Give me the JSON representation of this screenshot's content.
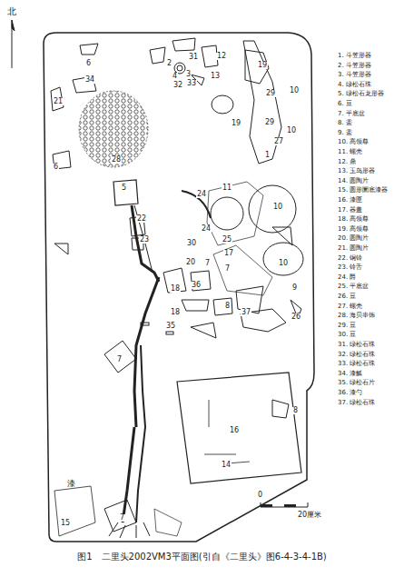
{
  "diagram": {
    "caption": "图1　二里头2002VM3平面图(引自《二里头》图6-4-3-4-1B)",
    "labels": [
      "北",
      "0",
      "20厘米",
      "漆",
      "1. 斗笠形器",
      "2. 斗笠形器",
      "3. 斗笠形器",
      "4. 绿松石珠",
      "5. 绿松石龙形器",
      "6. 豆",
      "7. 平底盆",
      "8. 盉",
      "9. 盉",
      "10. 高领尊",
      "11. 螺壳",
      "12. 鼎",
      "13. 玉鸟形器",
      "14. 圆陶片",
      "15. 圆形圜底漆器",
      "16. 漆匣",
      "17. 器盖",
      "18. 高领尊",
      "19. 高领尊",
      "20. 圆陶片",
      "21. 圆陶片",
      "22. 铜铃",
      "23. 铃舌",
      "24. 爵",
      "25. 平底盆",
      "26. 豆",
      "27. 螺壳",
      "28. 海贝串饰",
      "29. 豆",
      "30. 豆",
      "31. 绿松石珠",
      "32. 绿松石珠",
      "33. 绿松石珠",
      "34. 漆觚",
      "35. 绿松石片",
      "36. 漆勺",
      "37. 绿松石珠",
      "6",
      "2",
      "31",
      "3",
      "4",
      "33",
      "12",
      "13",
      "34",
      "21",
      "19",
      "19",
      "29",
      "10",
      "28",
      "6",
      "29",
      "10",
      "27",
      "1",
      "5",
      "24",
      "22",
      "23",
      "24",
      "10",
      "30",
      "20",
      "36",
      "18",
      "11",
      "7",
      "7",
      "8",
      "7",
      "9",
      "26",
      "25",
      "18",
      "35",
      "10",
      "8",
      "16",
      "14",
      "7",
      "15",
      "32",
      "37",
      "17"
    ]
  }
}
